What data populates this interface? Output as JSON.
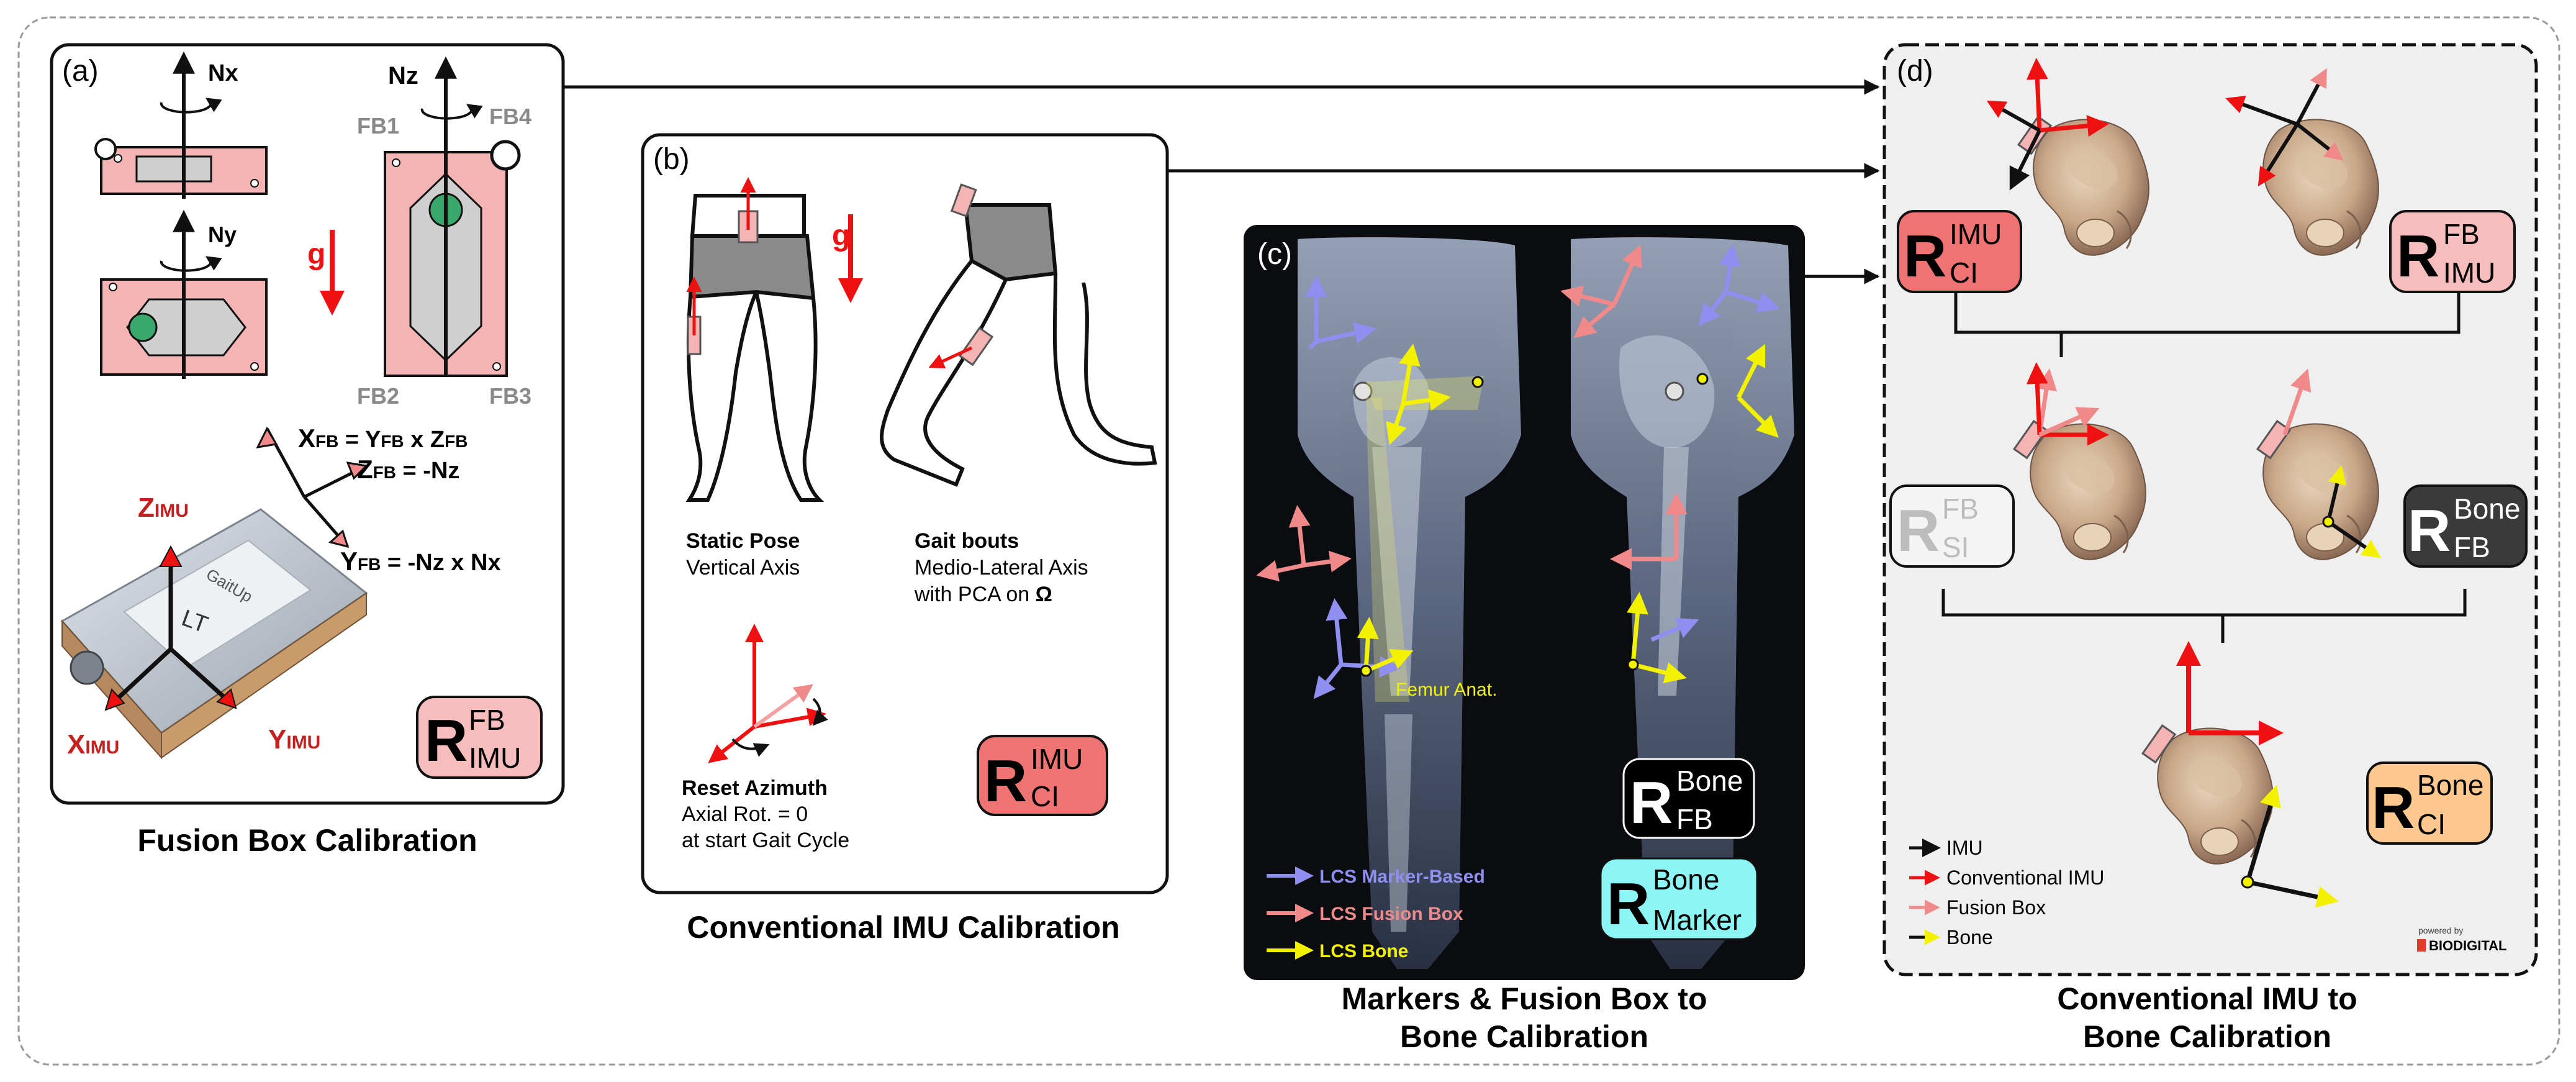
{
  "panels": {
    "a": {
      "tag": "(a)",
      "caption": "Fusion Box Calibration",
      "axes": {
        "nx": "Nx",
        "ny": "Ny",
        "nz": "Nz",
        "g": "g"
      },
      "corners": {
        "fb1": "FB1",
        "fb2": "FB2",
        "fb3": "FB3",
        "fb4": "FB4"
      },
      "eq_x": {
        "lhs": "X",
        "lhs_sub": "FB",
        "mid": " = Y",
        "mid_sub": "FB",
        "rhs": " x Z",
        "rhs_sub": "FB"
      },
      "eq_z": {
        "lhs": "Z",
        "lhs_sub": "FB",
        "rhs": " = -Nz"
      },
      "eq_y": {
        "lhs": "Y",
        "lhs_sub": "FB",
        "rhs": " = -Nz x Nx"
      },
      "imu_x": {
        "main": "X",
        "sub": "IMU"
      },
      "imu_y": {
        "main": "Y",
        "sub": "IMU"
      },
      "imu_z": {
        "main": "Z",
        "sub": "IMU"
      },
      "device_text": "GaitUp",
      "device_label": "LT",
      "badge": {
        "main": "R",
        "sup": "FB",
        "sub": "IMU"
      }
    },
    "b": {
      "tag": "(b)",
      "caption": "Conventional IMU Calibration",
      "g": "g",
      "static_title": "Static Pose",
      "static_sub": "Vertical Axis",
      "gait_title": "Gait bouts",
      "gait_sub1": "Medio-Lateral Axis",
      "gait_sub2_pre": "with PCA on ",
      "gait_sub2_sym": "Ω",
      "reset_title": "Reset Azimuth",
      "reset_sub1": "Axial Rot. = 0",
      "reset_sub2": "at start Gait Cycle",
      "badge": {
        "main": "R",
        "sup": "IMU",
        "sub": "CI"
      }
    },
    "c": {
      "tag": "(c)",
      "caption_line1": "Markers & Fusion Box to",
      "caption_line2": "Bone Calibration",
      "femur_label": "Femur Anat.",
      "legend": [
        {
          "label": "LCS Marker-Based",
          "color": "#8f8ff0"
        },
        {
          "label": "LCS Fusion Box",
          "color": "#f08a8a"
        },
        {
          "label": "LCS Bone",
          "color": "#f2f200"
        }
      ],
      "badge_fb": {
        "main": "R",
        "sup": "Bone",
        "sub": "FB"
      },
      "badge_marker": {
        "main": "R",
        "sup": "Bone",
        "sub": "Marker"
      }
    },
    "d": {
      "tag": "(d)",
      "caption_line1": "Conventional IMU to",
      "caption_line2": "Bone Calibration",
      "badge_imu_ci": {
        "main": "R",
        "sup": "IMU",
        "sub": "CI"
      },
      "badge_fb_imu": {
        "main": "R",
        "sup": "FB",
        "sub": "IMU"
      },
      "badge_fb_si": {
        "main": "R",
        "sup": "FB",
        "sub": "SI"
      },
      "badge_bone_fb": {
        "main": "R",
        "sup": "Bone",
        "sub": "FB"
      },
      "badge_bone_ci": {
        "main": "R",
        "sup": "Bone",
        "sub": "CI"
      },
      "legend": [
        {
          "label": "IMU",
          "color": "#111111"
        },
        {
          "label": "Conventional IMU",
          "color": "#ee1111"
        },
        {
          "label": "Fusion Box",
          "color": "#f59090"
        },
        {
          "label": "Bone",
          "color": "#f2f200"
        }
      ],
      "powered_by": "powered by",
      "brand": "BIODIGITAL"
    }
  },
  "colors": {
    "red": "#ee1111",
    "pink": "#f08a8a",
    "badge_red": "#f07373",
    "badge_pink": "#f7bcbc",
    "badge_gray": "#f0f0f0",
    "badge_dark": "#3a3a3a",
    "badge_orange": "#fcc88e",
    "badge_cyan": "#8ef5f5",
    "fb_body": "#f4b4b4",
    "green": "#3aa86b",
    "yellow": "#f2f200",
    "blue": "#8f8ff0"
  },
  "icons": [
    "rotation-arrow-icon",
    "gravity-arrow-icon",
    "imu-device-icon",
    "pelvis-bone-icon",
    "xray-leg-icon",
    "biodigital-logo-icon"
  ]
}
